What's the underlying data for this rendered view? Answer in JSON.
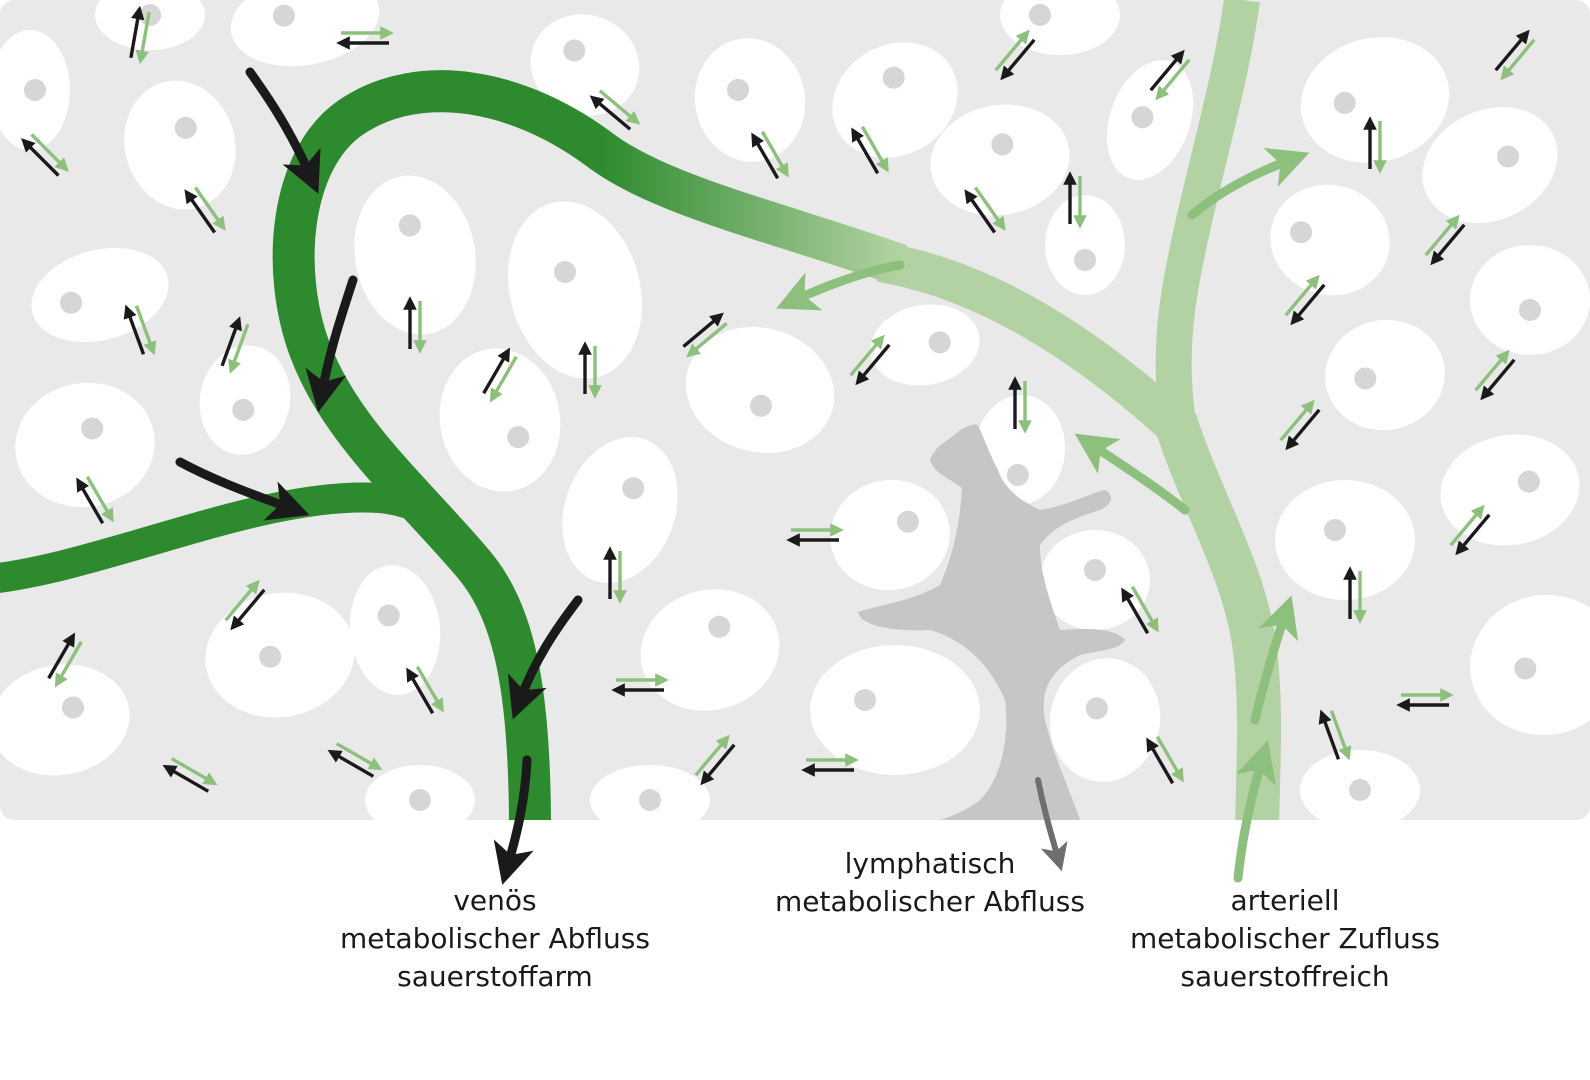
{
  "diagram": {
    "colors": {
      "tissue_background": "#e9e9e9",
      "cell": "#ffffff",
      "cell_nucleus": "#d6d6d6",
      "venous_vessel": "#2e8a2e",
      "arterial_vessel": "#b3d2a3",
      "lymph_vessel": "#c4c4c4",
      "arrow_dark": "#1a1a1a",
      "arrow_green": "#8dbf7d"
    },
    "labels": {
      "venous": {
        "line1": "venös",
        "line2": "metabolischer Abfluss",
        "line3": "sauerstoffarm"
      },
      "lymphatic": {
        "line1": "lymphatisch",
        "line2": "metabolischer Abfluss"
      },
      "arterial": {
        "line1": "arteriell",
        "line2": "metabolischer Zufluss",
        "line3": "sauerstoffreich"
      }
    }
  }
}
